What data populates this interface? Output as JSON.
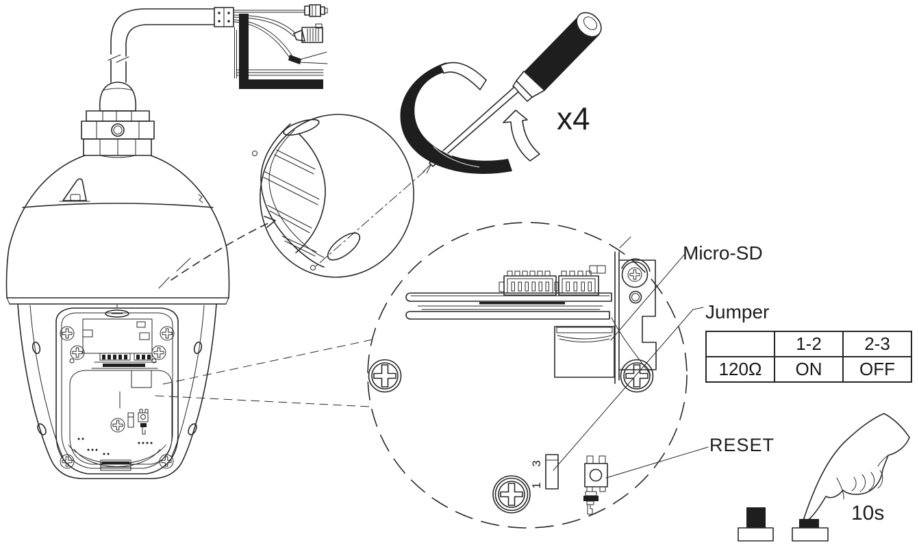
{
  "figure": {
    "description": "PTZ dome camera installation diagram",
    "background_color": "#ffffff",
    "line_color": "#262626"
  },
  "labels": {
    "micro_sd": "Micro-SD",
    "jumper": "Jumper",
    "reset": "RESET",
    "screw_count": "x4",
    "press_duration": "10s",
    "jumper_pin_3": "3",
    "jumper_pin_1": "1"
  },
  "jumper_table": {
    "col_blank": "",
    "col_12": "1-2",
    "col_23": "2-3",
    "row_label": "120Ω",
    "val_12": "ON",
    "val_23": "OFF"
  }
}
